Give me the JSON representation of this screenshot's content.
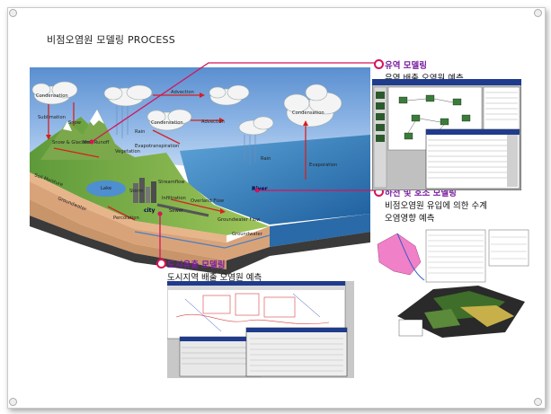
{
  "title": "비점오염원 모델링 PROCESS",
  "callouts": [
    {
      "label": "유역 모델링",
      "desc": "유역 배출 오염원 예측"
    },
    {
      "label": "하천 및 호소 모델링",
      "desc_lines": [
        "비점오염원 유입에 의한 수계",
        "오염영향 예측"
      ]
    },
    {
      "label": "도시유출 모델링",
      "desc": "도시지역 배출 오염원 예측"
    }
  ],
  "diagram_labels": {
    "condensation_left": "Condensation",
    "sublimation": "Sublimation",
    "snow": "Snow",
    "snow_glaciers": "Snow & Glaciers",
    "melt_runoff": "Melt Runoff",
    "rain_left": "Rain",
    "vegetation": "Vegetation",
    "advection_top": "Advection",
    "condensation_mid": "Condensation",
    "advection_mid": "Advection",
    "evapotranspiration": "Evapotranspiration",
    "condensation_right": "Condensation",
    "rain_right": "Rain",
    "evaporation": "Evaporation",
    "soil_moisture": "Soil Moisture",
    "lake": "Lake",
    "streamflow": "Streamflow",
    "groundwater_left": "Groundwater",
    "storm": "Storm",
    "infiltration": "Infiltration",
    "overland_flow": "Overland Flow",
    "city": "city",
    "sewer": "Sewer",
    "percolation": "Percolation",
    "river": "River",
    "groundwater_flow": "Groundwater Flow",
    "groundwater_bottom": "Groundwater"
  }
}
